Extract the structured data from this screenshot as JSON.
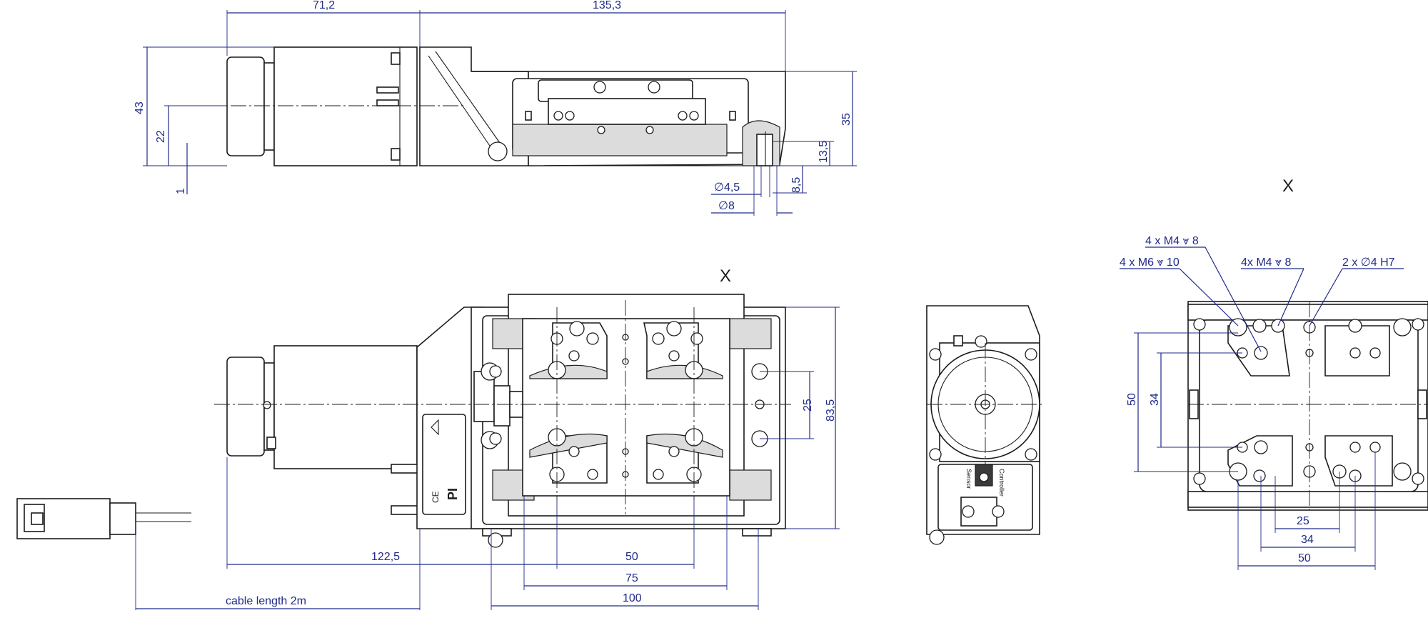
{
  "dimensions": {
    "top_width_motor": "71,2",
    "top_width_stage": "135,3",
    "height_43": "43",
    "height_22": "22",
    "height_1": "1",
    "height_35": "35",
    "height_13_5": "13,5",
    "height_8_5": "8,5",
    "dia_4_5": "∅4,5",
    "dia_8": "∅8",
    "plan_25": "25",
    "plan_83_5": "83,5",
    "plan_122_5": "122,5",
    "plan_50": "50",
    "plan_75": "75",
    "plan_100": "100",
    "cable_length": "cable length 2m",
    "detail_50_v": "50",
    "detail_34_v": "34",
    "detail_25_h": "25",
    "detail_34_h": "34",
    "detail_50_h": "50"
  },
  "callouts": {
    "m4_8_a": "4 x M4  ⩔ 8",
    "m6_10": "4 x M6  ⩔ 10",
    "m4_8_b": "4x M4  ⩔ 8",
    "h7": "2 x  ∅4 H7"
  },
  "view_labels": {
    "x_plan": "X",
    "x_detail": "X"
  },
  "markings": {
    "brand": "PI",
    "ce": "CE",
    "controller": "Controller",
    "sensor": "Sensor"
  },
  "colors": {
    "dimension": "#1f2a8a",
    "outline": "#1b1b1b"
  }
}
